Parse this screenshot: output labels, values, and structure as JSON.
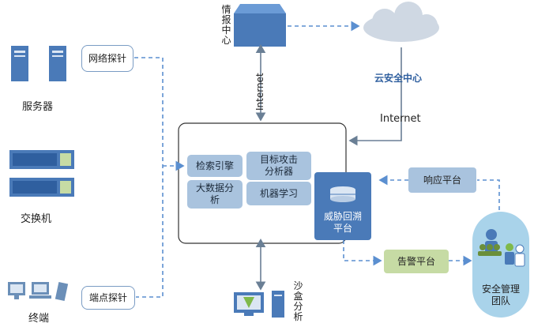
{
  "nodes": {
    "servers": "服务器",
    "switch": "交换机",
    "terminal": "终端",
    "network_probe": "网络探针",
    "endpoint_probe": "端点探针",
    "intel_center": "情报中心",
    "cloud_security": "云安全中心",
    "internet_left": "Internet",
    "internet_right": "Internet",
    "search_engine": "检索引擎",
    "target_attack": "目标攻击分析器",
    "big_data": "大数据分析",
    "ml": "机器学习",
    "threat_trace": "威胁回溯平台",
    "response": "响应平台",
    "alert": "告警平台",
    "sandbox": "沙盒分析",
    "team": "安全管理团队"
  },
  "colors": {
    "dash": "#5b8fd0",
    "blue_dark": "#4a7ab8",
    "blue_mid": "#6b9bd6",
    "inner_box": "#a9c3de",
    "green": "#c6dba4",
    "cloud": "#cfd8e3"
  }
}
